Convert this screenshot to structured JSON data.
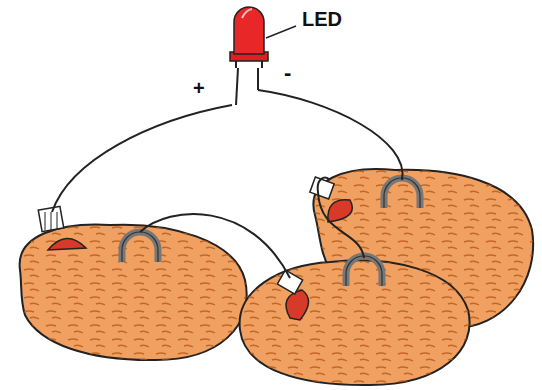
{
  "diagram": {
    "labels": [
      "LED",
      "+",
      "-"
    ]
  }
}
